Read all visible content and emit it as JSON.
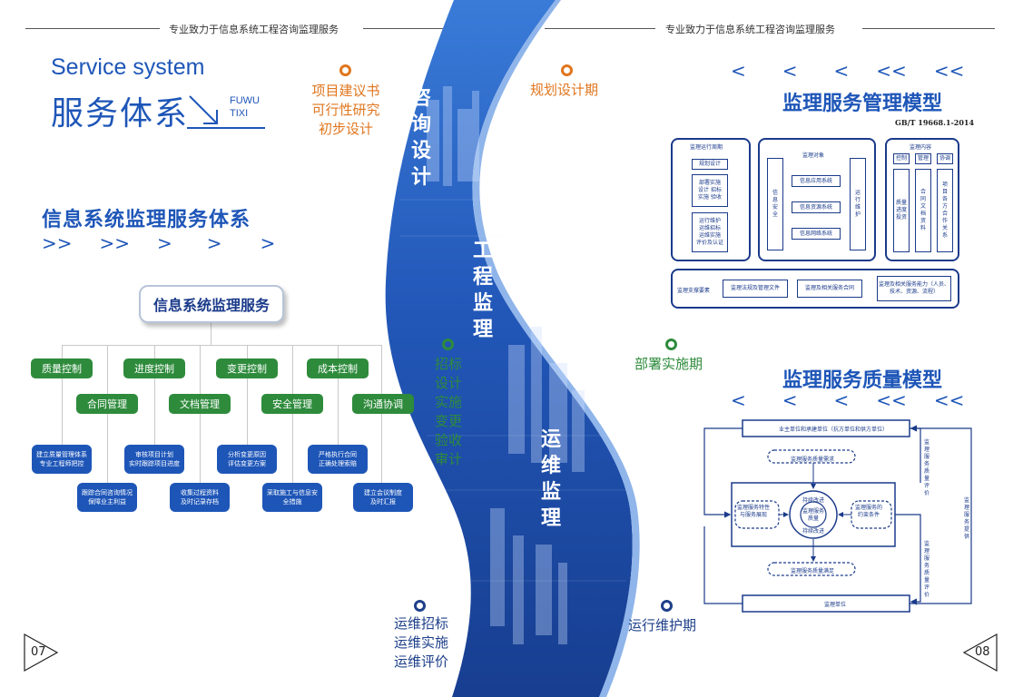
{
  "header": {
    "left_text": "专业致力于信息系统工程咨询监理服务",
    "right_text": "专业致力于信息系统工程咨询监理服务"
  },
  "left": {
    "title_en": "Service system",
    "title_cn": "服务体系",
    "pinyin_1": "FUWU",
    "pinyin_2": "TIXI",
    "section_title": "信息系统监理服务体系",
    "chevrons": [
      ">>",
      ">>",
      ">",
      ">",
      ">"
    ],
    "tree": {
      "root": "信息系统监理服务",
      "row1": [
        "质量控制",
        "进度控制",
        "变更控制",
        "成本控制"
      ],
      "row2": [
        "合同管理",
        "文档管理",
        "安全管理",
        "沟通协调"
      ],
      "leaves_row1": [
        [
          "建立质量管理体系",
          "专业工程师把控"
        ],
        [
          "审核项目计划",
          "实时跟踪项目进度"
        ],
        [
          "分析变更原因",
          "评估变更方案"
        ],
        [
          "严格执行合同",
          "正确处理索赔"
        ]
      ],
      "leaves_row2": [
        [
          "跟踪合同咨询情况",
          "保障业主利益"
        ],
        [
          "收集过程资料",
          "及时记录存档"
        ],
        [
          "采取施工与信息安",
          "全措施"
        ],
        [
          "建立会议制度",
          "及时汇报"
        ]
      ]
    }
  },
  "center": {
    "band1": [
      "咨",
      "询",
      "设",
      "计"
    ],
    "band2": [
      "工",
      "程",
      "监",
      "理"
    ],
    "band3": [
      "运",
      "维",
      "监",
      "理"
    ],
    "phases": {
      "p1_lines": [
        "项目建议书",
        "可行性研究",
        "初步设计"
      ],
      "p2": "规划设计期",
      "p3_lines": [
        "招标",
        "设计",
        "实施",
        "变更",
        "验收",
        "审计"
      ],
      "p4": "部署实施期",
      "p5_lines": [
        "运维招标",
        "运维实施",
        "运维评价"
      ],
      "p6": "运行维护期"
    },
    "colors": {
      "orange": "#e0761e",
      "green": "#2e8b3c",
      "blue": "#1e3f8a"
    }
  },
  "right": {
    "chevrons_top": [
      "<",
      "<",
      "<",
      "<<",
      "<<"
    ],
    "mgmt_title": "监理服务管理模型",
    "std": "GB/T 19668.1-2014",
    "mgmt": {
      "cycle_title": "监理运行周期",
      "plan": "规划设计",
      "deploy_title": "部署实施",
      "deploy_lines": [
        "设计 招标",
        "实施 验收"
      ],
      "ops_title": "运行维护",
      "ops_lines": [
        "运维招标",
        "运维实施",
        "评价及认证"
      ],
      "object_title": "监理对象",
      "info_security": [
        "信",
        "息",
        "安",
        "全"
      ],
      "objects": [
        "信息应用系统",
        "信息资源系统",
        "信息网络系统"
      ],
      "ops_support": [
        "运",
        "行",
        "维",
        "护"
      ],
      "content_title": "监理内容",
      "contents": [
        "控制",
        "管理",
        "协调"
      ],
      "col1": [
        "质量",
        "进度",
        "投资"
      ],
      "col2": [
        "合",
        "同",
        "文",
        "档",
        "资",
        "料"
      ],
      "col3": [
        "项",
        "目",
        "各",
        "方",
        "合",
        "作",
        "关",
        "系"
      ],
      "support_label": "监理支撑要素",
      "support_items": [
        "监理法规及管理文件",
        "监理及相关服务合同",
        "监理及相关服务能力（人员、技术、资源、流程）"
      ]
    },
    "chevrons_mid": [
      "<",
      "<",
      "<",
      "<<",
      "<<"
    ],
    "quality_title": "监理服务质量模型",
    "quality": {
      "top": "业主单位和承建单位（抗方单位和供方单位）",
      "req": "监理服务质量需求",
      "left": [
        "监理服务特性",
        "与服务展现"
      ],
      "center_top": "持续改进",
      "center_mid": [
        "监理服务",
        "质量"
      ],
      "center_bot": "持续改进",
      "right_box": [
        "监理服务的",
        "约束条件"
      ],
      "sat": "监理服务质量满足",
      "bottom": "监理单位",
      "side_eval_1": [
        "监",
        "理",
        "服",
        "务",
        "质",
        "量",
        "评",
        "价"
      ],
      "side_eval_2": [
        "监",
        "理",
        "服",
        "务",
        "质",
        "量",
        "评",
        "价"
      ],
      "side_provide": [
        "监",
        "理",
        "服",
        "务",
        "提",
        "供"
      ]
    }
  },
  "pages": {
    "left": "07",
    "right": "08"
  }
}
